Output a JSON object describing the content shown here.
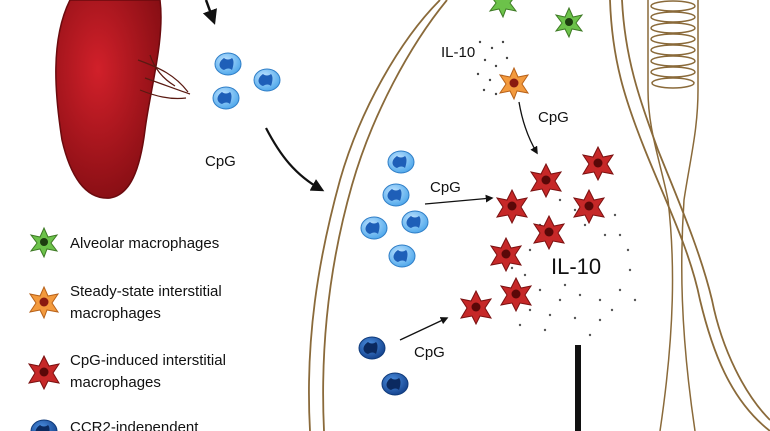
{
  "labels": {
    "cpg_top": "CpG",
    "cpg_mid": "CpG",
    "cpg_right": "CpG",
    "cpg_bottom": "CpG",
    "il10_small": "IL-10",
    "il10_large": "IL-10"
  },
  "legend": [
    {
      "line1": "Alveolar macrophages",
      "line2": ""
    },
    {
      "line1": "Steady-state interstitial",
      "line2": "macrophages"
    },
    {
      "line1": "CpG-induced interstitial",
      "line2": "macrophages"
    },
    {
      "line1": "CCR2-independent",
      "line2": ""
    }
  ],
  "colors": {
    "alveolar": "#6cc24a",
    "steady_state": "#f39a3d",
    "cpg_induced": "#c62828",
    "monocyte_light": "#5fb3f0",
    "monocyte_dark": "#1e5fb8",
    "spleen": "#b3141b",
    "outline": "#8a6a3a"
  },
  "icons": {
    "alveolar": "green-star-cell-icon",
    "steady_state": "orange-star-cell-icon",
    "cpg_induced": "red-star-cell-icon",
    "monocyte": "blue-round-cell-icon"
  }
}
